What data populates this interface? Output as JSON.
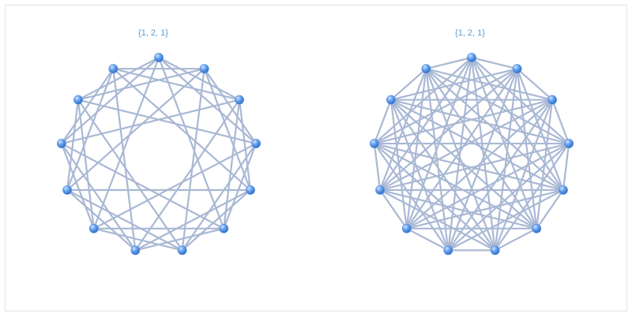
{
  "panels": [
    {
      "label": "{1, 2, 1}",
      "vertex_count": 13,
      "edge_steps": [
        2,
        3,
        5
      ],
      "vertex_color": "#4f8fe6",
      "edge_color": "#a9b8d4"
    },
    {
      "label": "{1, 2, 1}",
      "vertex_count": 13,
      "edge_steps": [
        1,
        3,
        4,
        5,
        6
      ],
      "vertex_color": "#4f8fe6",
      "edge_color": "#a9b8d4"
    }
  ]
}
